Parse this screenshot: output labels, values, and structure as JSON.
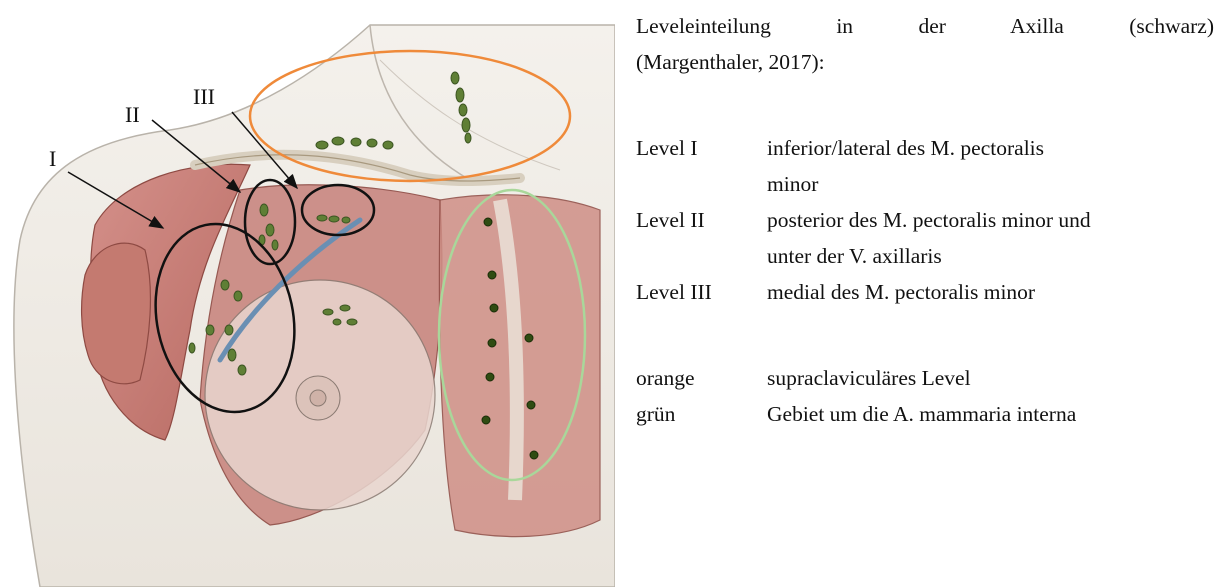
{
  "figure": {
    "level_labels": [
      "I",
      "II",
      "III"
    ],
    "colors": {
      "orange": "#ef8a3a",
      "green": "#a9d79a",
      "black": "#111111",
      "muscle": "#c97d73",
      "node": "#5f7f35"
    }
  },
  "legend": {
    "title_line1": "Leveleinteilung in der Axilla (schwarz)",
    "title_line2": "(Margenthaler, 2017):",
    "levels": [
      {
        "term": "Level I",
        "desc_lines": [
          "inferior/lateral des M. pectoralis",
          "minor"
        ]
      },
      {
        "term": "Level II",
        "desc_lines": [
          "posterior des M. pectoralis minor und",
          "unter der V. axillaris"
        ]
      },
      {
        "term": "Level III",
        "desc_lines": [
          "medial des M. pectoralis minor"
        ]
      }
    ],
    "colors": [
      {
        "term": "orange",
        "desc": "supraclaviculäres Level"
      },
      {
        "term": "grün",
        "desc": "Gebiet um die A. mammaria interna"
      }
    ]
  }
}
